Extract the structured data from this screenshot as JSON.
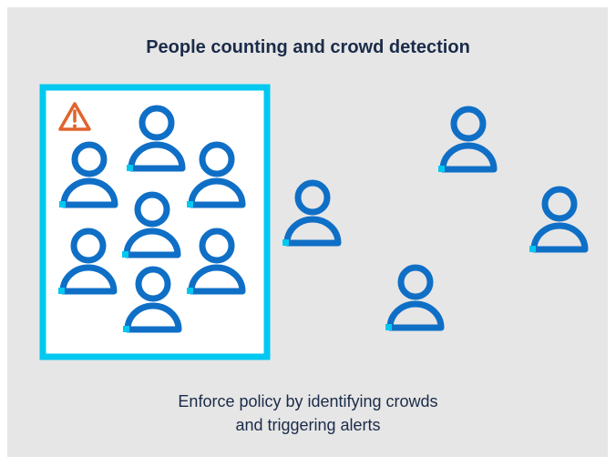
{
  "title": "People counting and crowd detection",
  "caption": {
    "line1": "Enforce policy by identifying crowds",
    "line2": "and triggering alerts"
  },
  "colors": {
    "background": "#e6e6e6",
    "person": "#0f6fc6",
    "accent": "#00c8f0",
    "box_border": "#00c8f0",
    "box_fill": "#ffffff",
    "warning": "#e0632c",
    "text": "#1b2b49"
  },
  "icons": {
    "person": "person-icon",
    "warning": "warning-triangle-icon"
  }
}
